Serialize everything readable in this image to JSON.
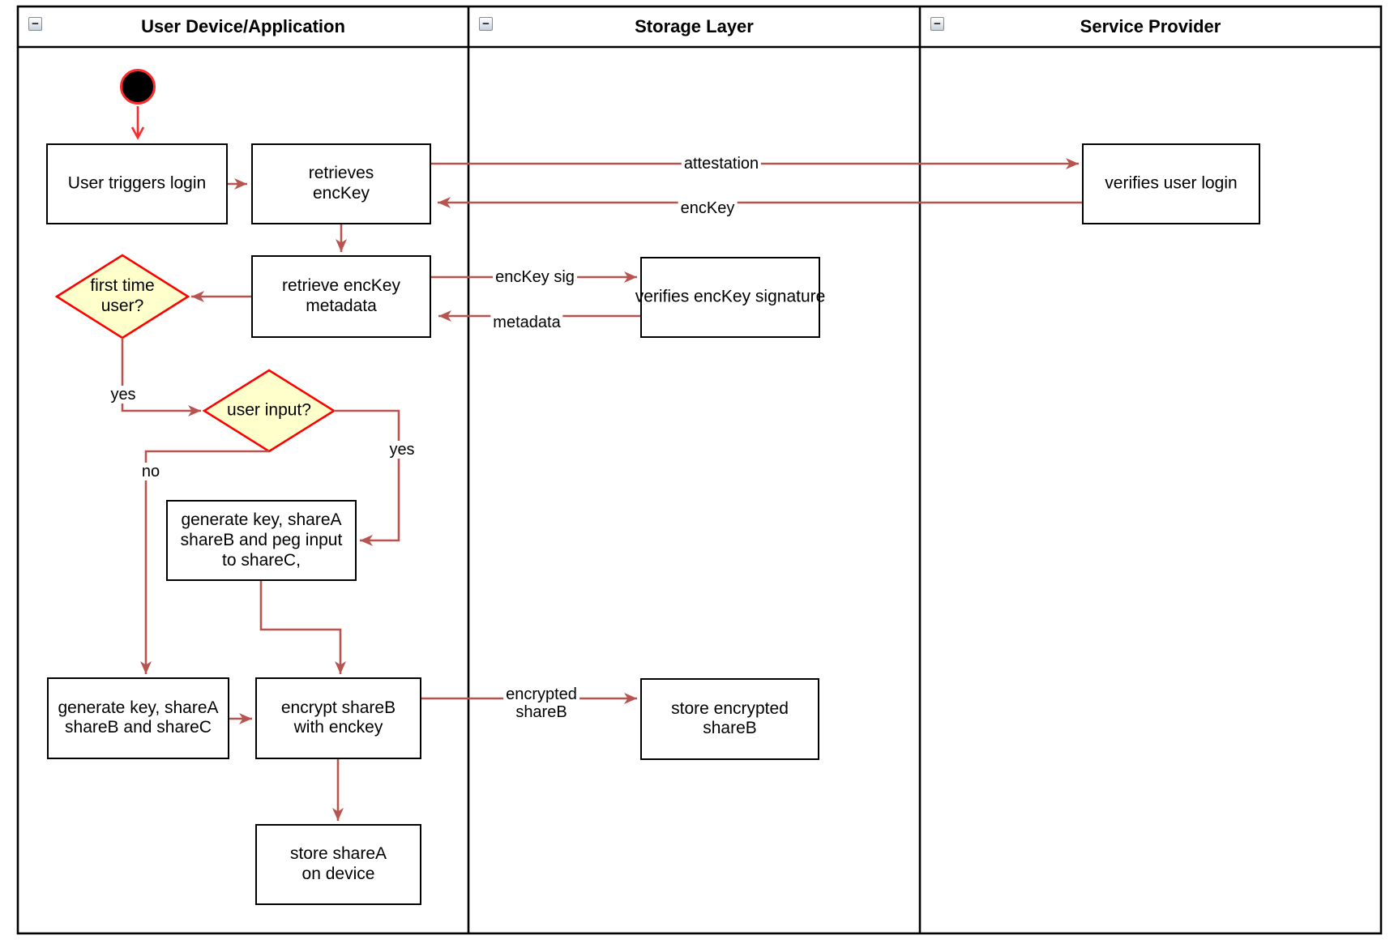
{
  "diagram_title": "swimlane activity diagram",
  "lanes": [
    {
      "title": "User Device/Application"
    },
    {
      "title": "Storage Layer"
    },
    {
      "title": "Service Provider"
    }
  ],
  "icons": {
    "collapse_glyph": "−"
  },
  "nodes": {
    "start": {
      "type": "initial-node"
    },
    "user_triggers_login": {
      "label": "User triggers login",
      "lane": "User Device/Application"
    },
    "retrieves_enckey": {
      "label": "retrieves\nencKey",
      "lane": "User Device/Application"
    },
    "retrieve_enckey_metadata": {
      "label": "retrieve encKey\nmetadata",
      "lane": "User Device/Application"
    },
    "first_time_user": {
      "label": "first time\nuser?",
      "lane": "User Device/Application",
      "shape": "decision"
    },
    "user_input": {
      "label": "user input?",
      "lane": "User Device/Application",
      "shape": "decision"
    },
    "generate_key_peg_input": {
      "label": "generate key, shareA\nshareB and peg input\nto shareC,",
      "lane": "User Device/Application"
    },
    "generate_key_sharec": {
      "label": "generate key, shareA\nshareB and shareC",
      "lane": "User Device/Application"
    },
    "encrypt_shareb": {
      "label": "encrypt shareB\nwith enckey",
      "lane": "User Device/Application"
    },
    "store_sharea": {
      "label": "store shareA\non device",
      "lane": "User Device/Application"
    },
    "store_encrypted_shareb": {
      "label": "store encrypted\nshareB",
      "lane": "Storage Layer"
    },
    "verifies_enckey_signature": {
      "label": "verifies encKey signature",
      "lane": "Storage Layer"
    },
    "verifies_user_login": {
      "label": "verifies user login",
      "lane": "Service Provider"
    }
  },
  "edges": [
    {
      "from": "start",
      "to": "user_triggers_login",
      "label": ""
    },
    {
      "from": "user_triggers_login",
      "to": "retrieves_enckey",
      "label": ""
    },
    {
      "from": "retrieves_enckey",
      "to": "retrieve_enckey_metadata",
      "label": ""
    },
    {
      "from": "retrieves_enckey",
      "to": "verifies_user_login",
      "label": "attestation"
    },
    {
      "from": "verifies_user_login",
      "to": "retrieves_enckey",
      "label": "encKey"
    },
    {
      "from": "retrieve_enckey_metadata",
      "to": "verifies_enckey_signature",
      "label": "encKey sig"
    },
    {
      "from": "verifies_enckey_signature",
      "to": "retrieve_enckey_metadata",
      "label": "metadata"
    },
    {
      "from": "retrieve_enckey_metadata",
      "to": "first_time_user",
      "label": ""
    },
    {
      "from": "first_time_user",
      "to": "user_input",
      "label": "yes"
    },
    {
      "from": "user_input",
      "to": "generate_key_peg_input",
      "label": "yes"
    },
    {
      "from": "user_input",
      "to": "generate_key_sharec",
      "label": "no"
    },
    {
      "from": "generate_key_peg_input",
      "to": "encrypt_shareb",
      "label": ""
    },
    {
      "from": "generate_key_sharec",
      "to": "encrypt_shareb",
      "label": ""
    },
    {
      "from": "encrypt_shareb",
      "to": "store_encrypted_shareb",
      "label": "encrypted\nshareB"
    },
    {
      "from": "encrypt_shareb",
      "to": "store_sharea",
      "label": ""
    }
  ],
  "colors": {
    "edge": "#B85450",
    "start_edge": "#FF2A2A",
    "decision_border": "#FF0000",
    "decision_fill": "#FFFFCC",
    "node_border": "#000000",
    "node_fill": "#FFFFFF",
    "lane_border": "#000000"
  }
}
